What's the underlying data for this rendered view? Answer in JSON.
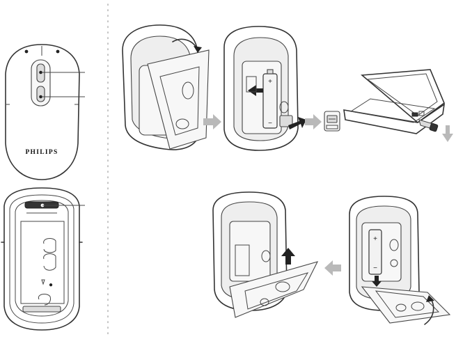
{
  "brand": {
    "logo_text": "PHILIPS"
  },
  "battery": {
    "plus_sign": "+",
    "minus_sign": "−"
  },
  "colors": {
    "line": "#333333",
    "guide_arrow": "#b9b9b9",
    "action_arrow": "#222222",
    "divider": "#aaaaaa"
  },
  "icons": {
    "flow_arrow": "grey-right-arrow",
    "flow_arrow_back": "grey-left-arrow",
    "flow_arrow_down": "grey-down-arrow",
    "action_arrow": "black-arrow"
  }
}
